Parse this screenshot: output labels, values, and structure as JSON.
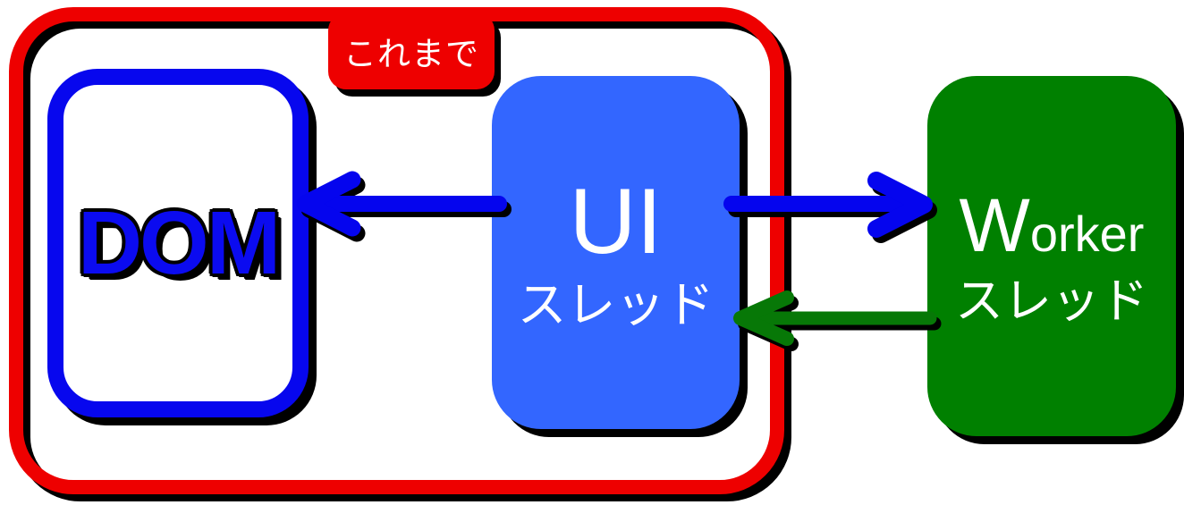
{
  "diagram": {
    "frame": {
      "label": "これまで"
    },
    "nodes": {
      "dom": {
        "label": "DOM"
      },
      "ui": {
        "title": "UI",
        "subtitle": "スレッド"
      },
      "worker": {
        "title_initial": "W",
        "title_rest": "orker",
        "subtitle": "スレッド"
      }
    },
    "arrows": [
      {
        "name": "ui-to-dom",
        "direction": "left",
        "color_key": "arrow_blue"
      },
      {
        "name": "ui-to-worker",
        "direction": "right",
        "color_key": "arrow_blue"
      },
      {
        "name": "worker-to-ui",
        "direction": "left",
        "color_key": "arrow_green"
      }
    ],
    "colors": {
      "frame_red": "#ee0000",
      "dom_border_blue": "#0707ee",
      "dom_text_blue": "#0b0bf0",
      "ui_fill_blue": "#3366ff",
      "worker_fill_green": "#008000",
      "arrow_blue": "#0505ee",
      "arrow_green": "#077807",
      "shadow_black": "#000000",
      "text_white": "#ffffff"
    }
  }
}
